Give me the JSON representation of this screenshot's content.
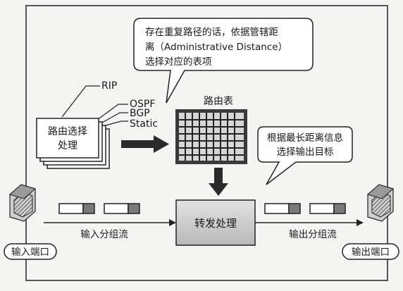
{
  "protocols": {
    "rip": "RIP",
    "ospf": "OSPF",
    "bgp": "BGP",
    "static": "Static"
  },
  "routing_process": {
    "line1": "路由选择",
    "line2": "处理"
  },
  "routing_table": {
    "title": "路由表"
  },
  "callout_admin_distance": {
    "line1": "存在重复路径的话，依据管辖距",
    "line2": "离（Administrative Distance）",
    "line3": "选择对应的表项"
  },
  "callout_longest_match": {
    "line1": "根据最长距离信息",
    "line2": "选择输出目标"
  },
  "forwarding": {
    "label": "转发处理"
  },
  "flows": {
    "input_label": "输入分组流",
    "output_label": "输出分组流"
  },
  "ports": {
    "input_label": "输入端口",
    "output_label": "输出端口"
  }
}
